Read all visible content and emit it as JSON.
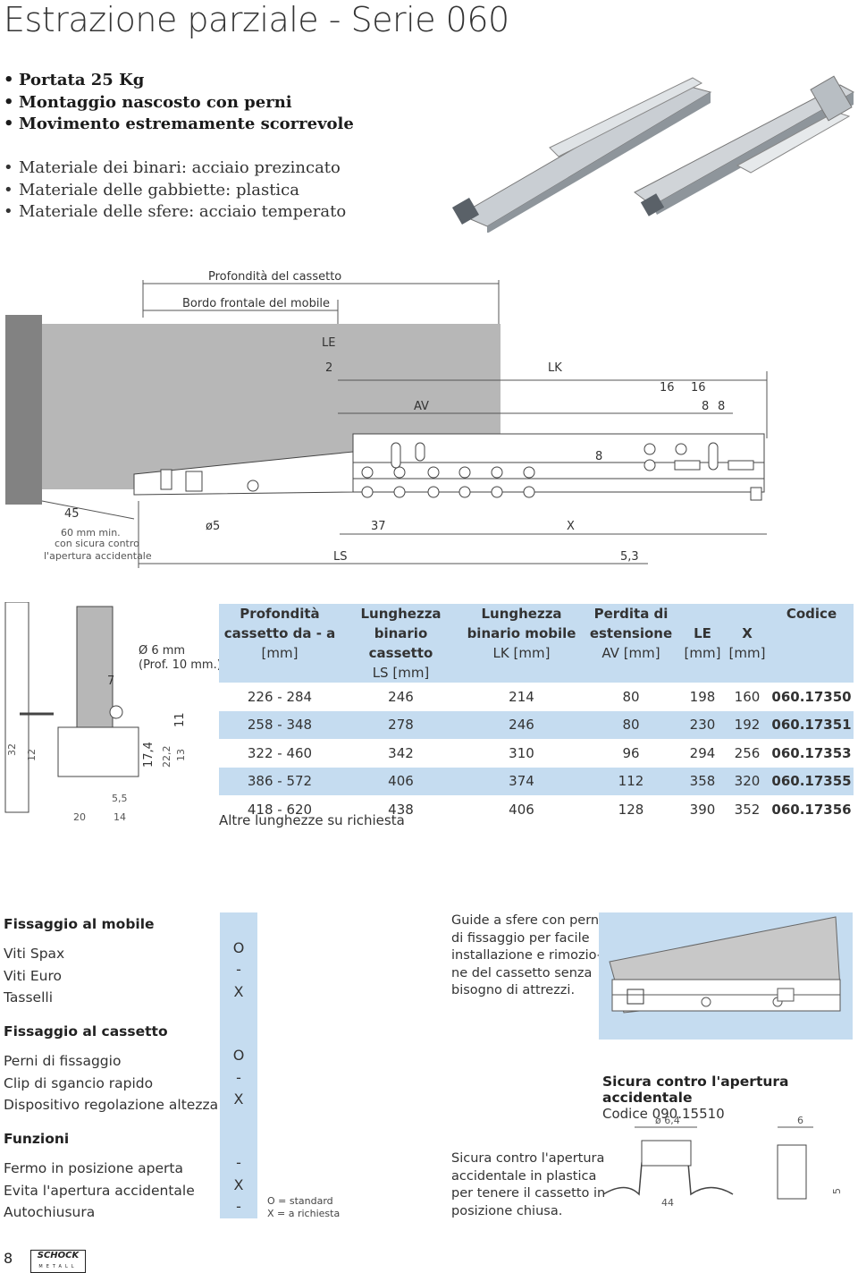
{
  "title": "Estrazione parziale - Serie 060",
  "bullets_bold": [
    "Portata 25 Kg",
    "Montaggio nascosto con perni",
    "Movimento estremamente scorrevole"
  ],
  "bullets_normal": [
    "Materiale dei binari: acciaio prezincato",
    "Materiale delle gabbiette: plastica",
    "Materiale delle sfere: acciaio temperato"
  ],
  "diagram": {
    "depth_label": "Profondità del cassetto",
    "edge_label": "Bordo frontale del mobile",
    "le": "LE",
    "two": "2",
    "lk": "LK",
    "av": "AV",
    "d16a": "16",
    "d16b": "16",
    "d8a": "8",
    "d8b": "8",
    "d8c": "8",
    "d45": "45",
    "min_text": "60 mm min.",
    "safety1": "con sicura contro",
    "safety2": "l'apertura accidentale",
    "phi5": "ø5",
    "d37": "37",
    "x": "X",
    "ls": "LS",
    "d53": "5,3"
  },
  "section_drawing": {
    "hole": "Ø 6 mm",
    "prof": "(Prof. 10 mm.)",
    "d7": "7",
    "d11": "11",
    "d32": "32",
    "d12": "12",
    "d174": "17,4",
    "d222": "22,2",
    "d13": "13",
    "d55": "5,5",
    "d20": "20",
    "d14": "14"
  },
  "table": {
    "headers": [
      {
        "l1": "Profondità",
        "l2": "cassetto da - a",
        "l3": "[mm]"
      },
      {
        "l1": "Lunghezza",
        "l2": "binario cassetto",
        "l3": "LS [mm]"
      },
      {
        "l1": "Lunghezza",
        "l2": "binario mobile",
        "l3": "LK [mm]"
      },
      {
        "l1": "Perdita di",
        "l2": "estensione",
        "l3": "AV [mm]"
      },
      {
        "l1": "",
        "l2": "LE",
        "l3": "[mm]"
      },
      {
        "l1": "",
        "l2": "X",
        "l3": "[mm]"
      },
      {
        "l1": "Codice",
        "l2": "",
        "l3": ""
      }
    ],
    "rows": [
      [
        "226 - 284",
        "246",
        "214",
        "80",
        "198",
        "160",
        "060.17350"
      ],
      [
        "258 - 348",
        "278",
        "246",
        "80",
        "230",
        "192",
        "060.17351"
      ],
      [
        "322 - 460",
        "342",
        "310",
        "96",
        "294",
        "256",
        "060.17353"
      ],
      [
        "386 - 572",
        "406",
        "374",
        "112",
        "358",
        "320",
        "060.17355"
      ],
      [
        "418 - 620",
        "438",
        "406",
        "128",
        "390",
        "352",
        "060.17356"
      ]
    ],
    "note": "Altre lunghezze su richiesta"
  },
  "features": {
    "mobile": {
      "title": "Fissaggio al mobile",
      "items": [
        {
          "label": "Viti Spax",
          "value": "O"
        },
        {
          "label": "Viti Euro",
          "value": "-"
        },
        {
          "label": "Tasselli",
          "value": "X"
        }
      ]
    },
    "cassetto": {
      "title": "Fissaggio al cassetto",
      "items": [
        {
          "label": "Perni di fissaggio",
          "value": "O"
        },
        {
          "label": "Clip di sgancio rapido",
          "value": "-"
        },
        {
          "label": "Dispositivo regolazione altezza",
          "value": "X"
        }
      ]
    },
    "funzioni": {
      "title": "Funzioni",
      "items": [
        {
          "label": "Fermo in posizione aperta",
          "value": "-"
        },
        {
          "label": "Evita l'apertura accidentale",
          "value": "X"
        },
        {
          "label": "Autochiusura",
          "value": "-"
        }
      ]
    },
    "legend1": "O = standard",
    "legend2": "X = a richiesta"
  },
  "guide_text": [
    "Guide a sfere con perni",
    "di fissaggio per facile",
    "installazione e rimozio-",
    "ne del cassetto senza",
    "bisogno di attrezzi."
  ],
  "safety": {
    "title": "Sicura contro l'apertura accidentale",
    "code": "Codice 090.15510",
    "phi": "ø 6,4",
    "d6": "6",
    "d44": "44",
    "d5": "5",
    "text": [
      "Sicura contro l'apertura",
      "accidentale in plastica",
      "per tenere il cassetto in",
      "posizione chiusa."
    ]
  },
  "footer": {
    "page": "8",
    "brand": "SCHOCK",
    "brand_sub": "METALL"
  },
  "colors": {
    "accent_blue": "#c5dcf0",
    "drawer_gray": "#b7b7b7",
    "cabinet_gray": "#828282"
  }
}
